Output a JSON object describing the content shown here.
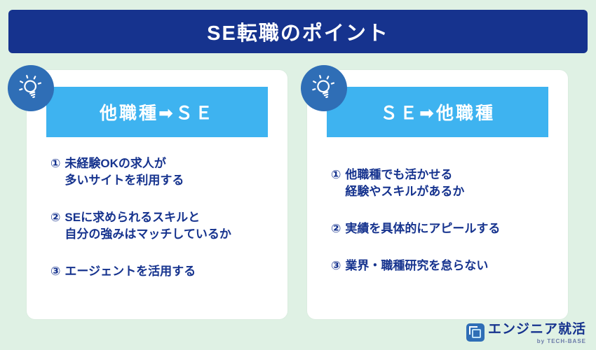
{
  "page": {
    "title": "SE転職のポイント"
  },
  "colors": {
    "background": "#dff1e4",
    "title_bar_bg": "#16338e",
    "banner_bg": "#3eb3f0",
    "card_bg": "#ffffff",
    "text_navy": "#16338e",
    "badge_bg": "#2f6eb6"
  },
  "cards": [
    {
      "header": "他職種➡ＳＥ",
      "items": [
        {
          "number": "①",
          "line1": "未経験OKの求人が",
          "line2": "多いサイトを利用する"
        },
        {
          "number": "②",
          "line1": "SEに求められるスキルと",
          "line2": "自分の強みはマッチしているか"
        },
        {
          "number": "③",
          "line1": "エージェントを活用する",
          "line2": ""
        }
      ]
    },
    {
      "header": "ＳＥ➡他職種",
      "items": [
        {
          "number": "①",
          "line1": "他職種でも活かせる",
          "line2": "経験やスキルがあるか"
        },
        {
          "number": "②",
          "line1": "実績を具体的にアピールする",
          "line2": ""
        },
        {
          "number": "③",
          "line1": "業界・職種研究を怠らない",
          "line2": ""
        }
      ]
    }
  ],
  "footer": {
    "logo_text": "エンジニア就活",
    "logo_sub": "by TECH-BASE"
  }
}
